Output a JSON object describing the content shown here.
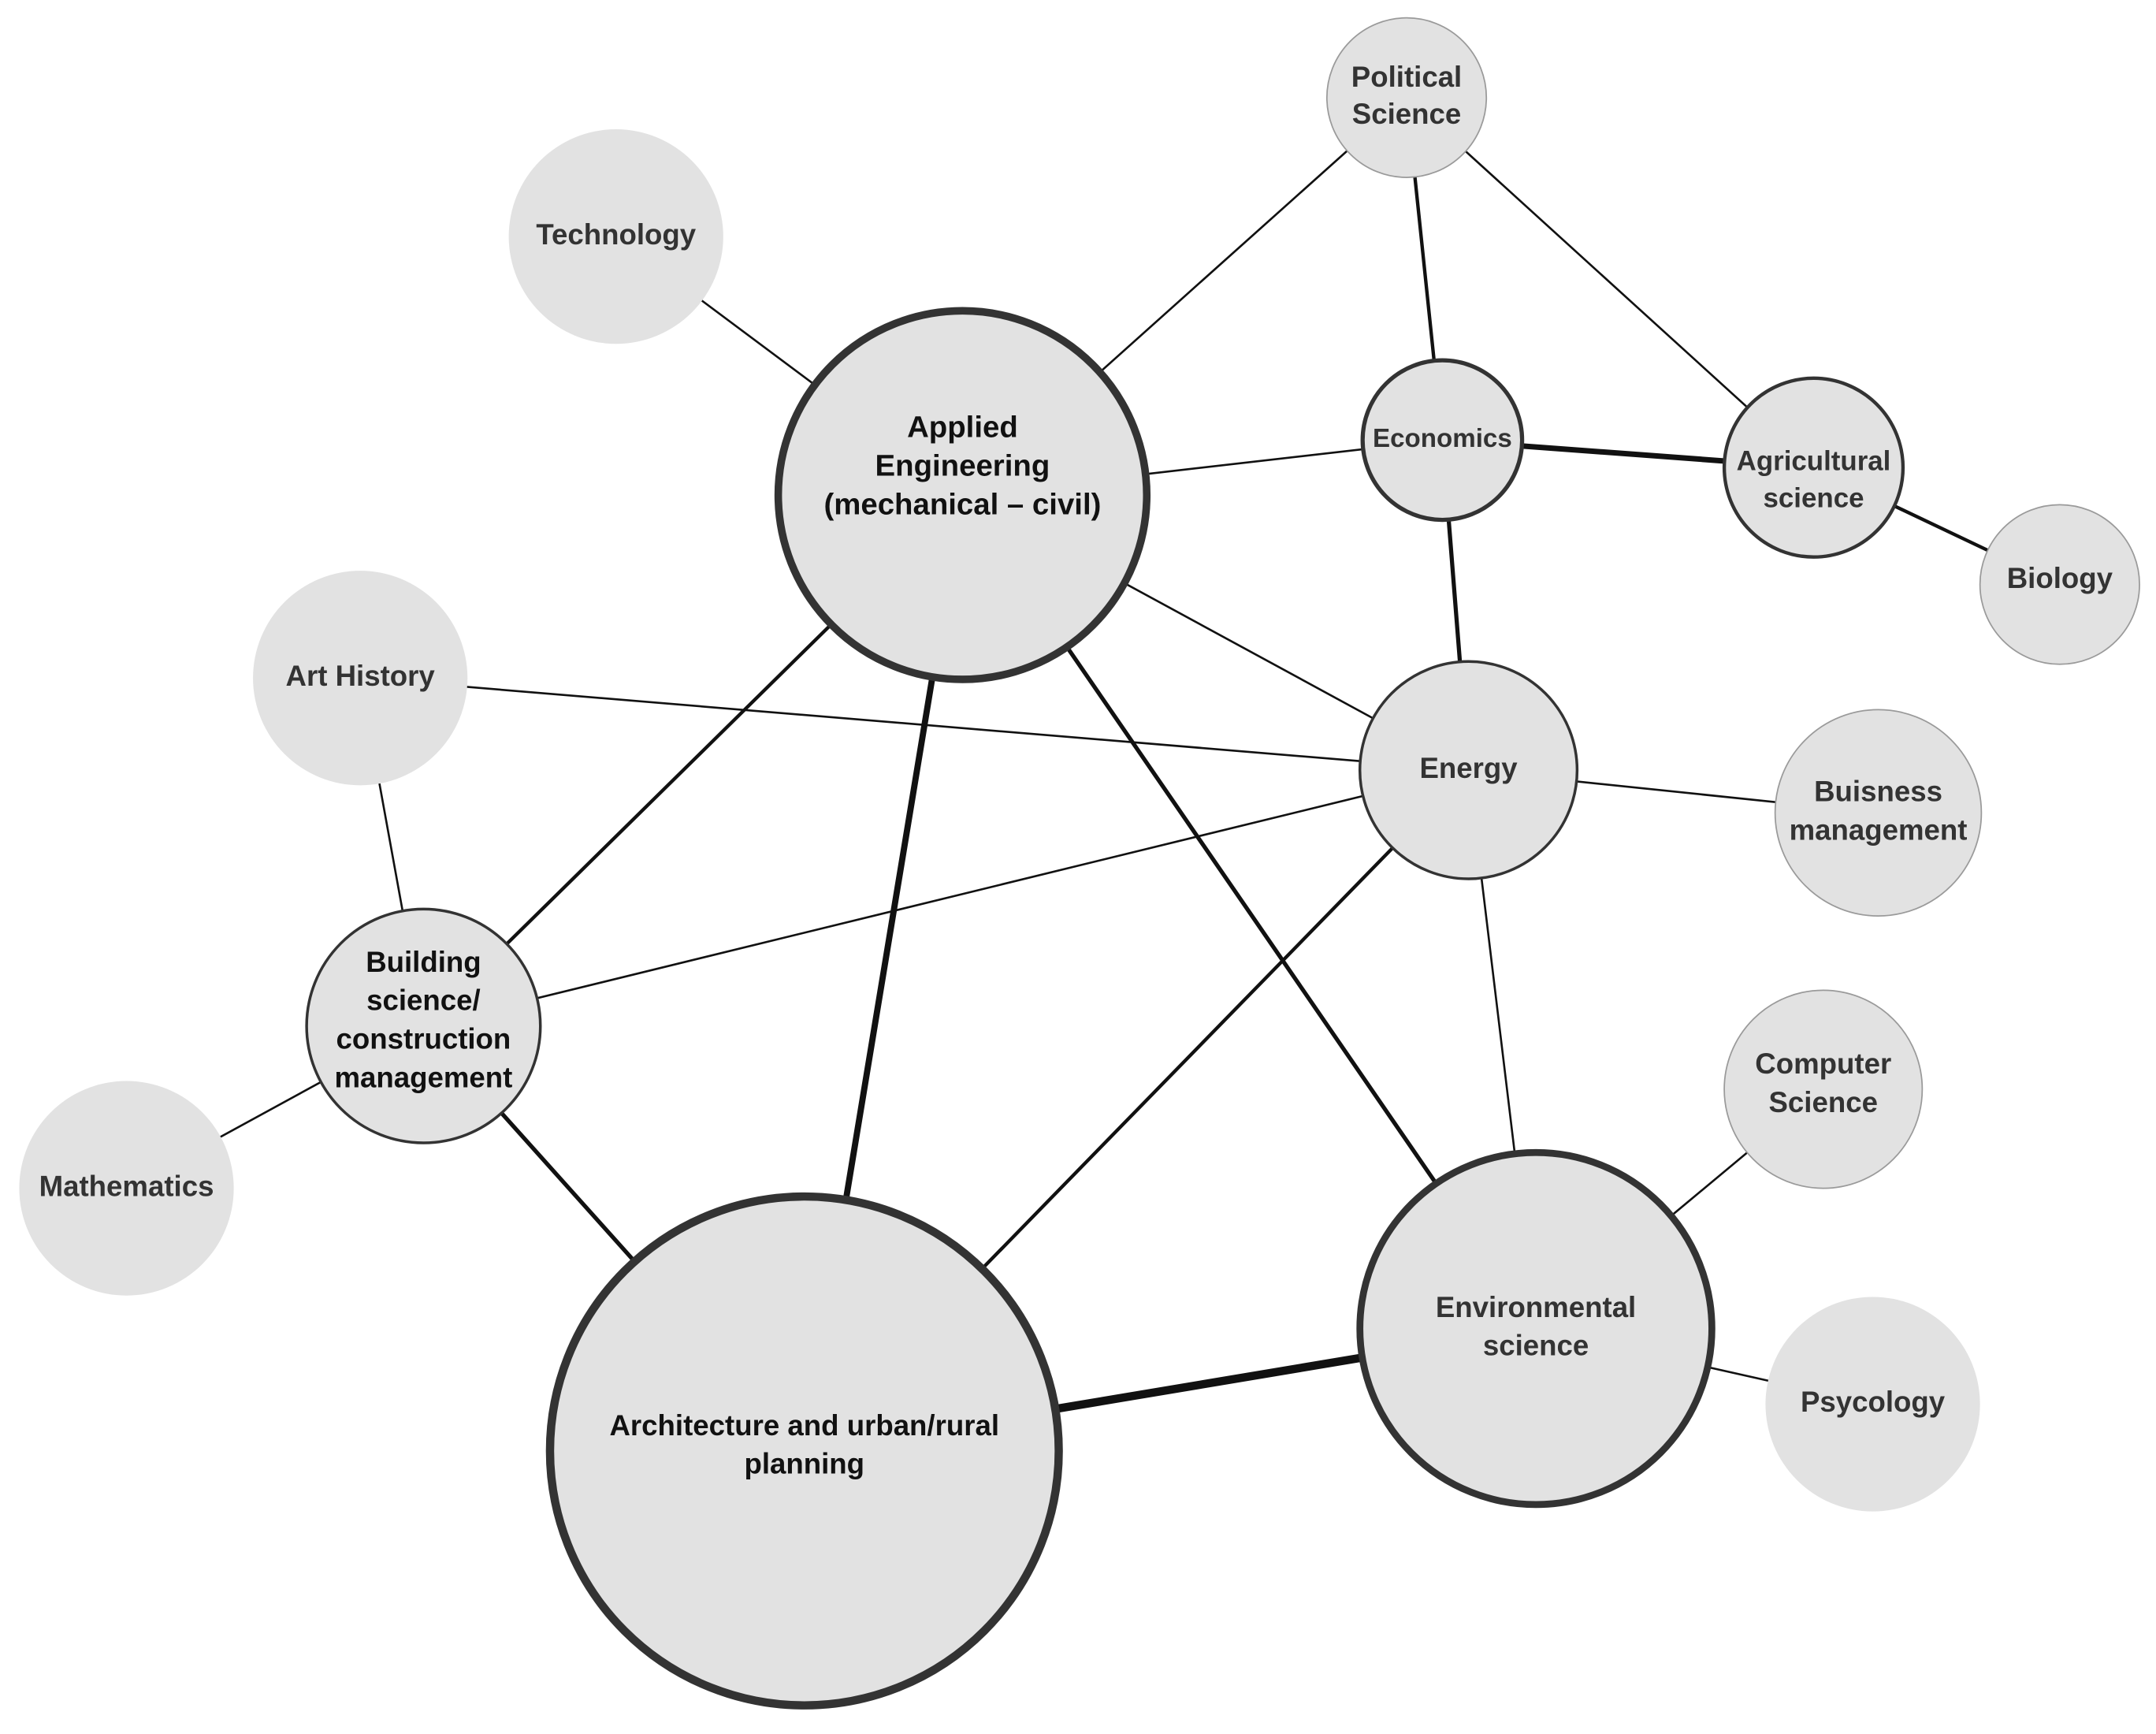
{
  "nodes": [
    {
      "id": "applied-engineering",
      "label": [
        "Applied",
        "Engineering",
        "(mechanical – civil)"
      ]
    },
    {
      "id": "architecture",
      "label": [
        "Architecture and urban/rural",
        "planning"
      ]
    },
    {
      "id": "environmental-science",
      "label": [
        "Environmental",
        "science"
      ]
    },
    {
      "id": "energy",
      "label": [
        "Energy"
      ]
    },
    {
      "id": "economics",
      "label": [
        "Economics"
      ]
    },
    {
      "id": "agricultural-science",
      "label": [
        "Agricultural",
        "science"
      ]
    },
    {
      "id": "political-science",
      "label": [
        "Political",
        "Science"
      ]
    },
    {
      "id": "technology",
      "label": [
        "Technology"
      ]
    },
    {
      "id": "art-history",
      "label": [
        "Art History"
      ]
    },
    {
      "id": "building-science",
      "label": [
        "Building",
        "science/",
        "construction",
        "management"
      ]
    },
    {
      "id": "mathematics",
      "label": [
        "Mathematics"
      ]
    },
    {
      "id": "biology",
      "label": [
        "Biology"
      ]
    },
    {
      "id": "business-management",
      "label": [
        "Buisness",
        "management"
      ]
    },
    {
      "id": "computer-science",
      "label": [
        "Computer",
        "Science"
      ]
    },
    {
      "id": "psychology",
      "label": [
        "Psycology"
      ]
    }
  ],
  "edges": [
    {
      "from": "applied-engineering",
      "to": "technology"
    },
    {
      "from": "applied-engineering",
      "to": "political-science"
    },
    {
      "from": "applied-engineering",
      "to": "economics"
    },
    {
      "from": "applied-engineering",
      "to": "energy"
    },
    {
      "from": "applied-engineering",
      "to": "building-science"
    },
    {
      "from": "applied-engineering",
      "to": "architecture"
    },
    {
      "from": "applied-engineering",
      "to": "environmental-science"
    },
    {
      "from": "political-science",
      "to": "economics"
    },
    {
      "from": "political-science",
      "to": "agricultural-science"
    },
    {
      "from": "economics",
      "to": "agricultural-science"
    },
    {
      "from": "economics",
      "to": "energy"
    },
    {
      "from": "agricultural-science",
      "to": "biology"
    },
    {
      "from": "energy",
      "to": "art-history"
    },
    {
      "from": "energy",
      "to": "building-science"
    },
    {
      "from": "energy",
      "to": "business-management"
    },
    {
      "from": "energy",
      "to": "architecture"
    },
    {
      "from": "energy",
      "to": "environmental-science"
    },
    {
      "from": "art-history",
      "to": "building-science"
    },
    {
      "from": "building-science",
      "to": "mathematics"
    },
    {
      "from": "building-science",
      "to": "architecture"
    },
    {
      "from": "architecture",
      "to": "environmental-science"
    },
    {
      "from": "environmental-science",
      "to": "computer-science"
    },
    {
      "from": "environmental-science",
      "to": "psychology"
    }
  ]
}
